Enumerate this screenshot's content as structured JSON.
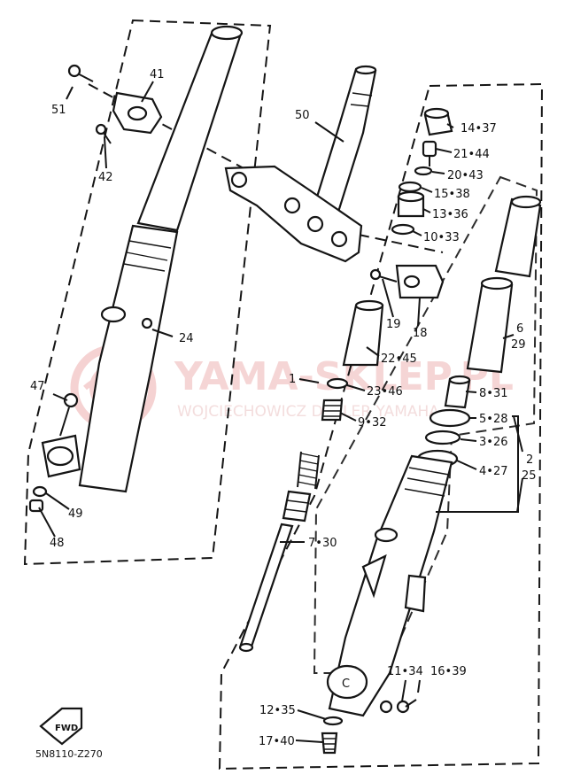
{
  "watermark": {
    "brand": "YAMA-SKLEP.PL",
    "subtitle": "WOJCIECHOWICZ DEALER YAMAHA"
  },
  "diagram_code": "5N8110-Z270",
  "fwd_label": "FWD",
  "callouts": {
    "c1": "1",
    "c51": "51",
    "c41": "41",
    "c42": "42",
    "c50": "50",
    "c24": "24",
    "c47": "47",
    "c49": "49",
    "c48": "48",
    "c14_37": "14•37",
    "c21_44": "21•44",
    "c20_43": "20•43",
    "c15_38": "15•38",
    "c13_36": "13•36",
    "c10_33": "10•33",
    "c19": "19",
    "c18": "18",
    "c22_45": "22•45",
    "c23_46": "23•46",
    "c9_32": "9•32",
    "c6": "6",
    "c29": "29",
    "c8_31": "8•31",
    "c5_28": "5•28",
    "c3_26": "3•26",
    "c4_27": "4•27",
    "c2": "2",
    "c25": "25",
    "c7_30": "7•30",
    "c11_34": "11•34",
    "c16_39": "16•39",
    "c12_35": "12•35",
    "c17_40": "17•40"
  }
}
